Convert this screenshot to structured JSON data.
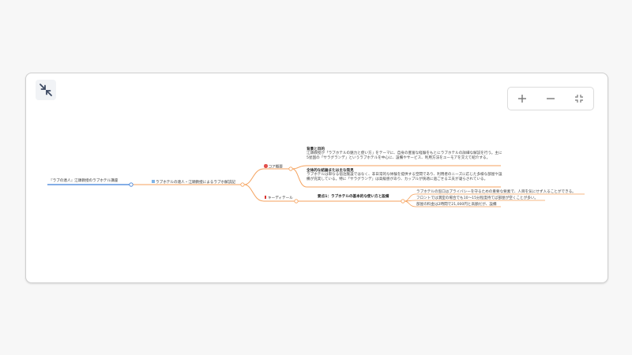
{
  "toolbar": {
    "collapse_icon": "collapse-arrows-icon",
    "zoom_in_icon": "plus-icon",
    "zoom_out_icon": "minus-icon",
    "fit_icon": "fit-screen-icon"
  },
  "colors": {
    "root_line": "#3b7dd8",
    "branch_line": "#f5a25d",
    "node_circle": "#f5a25d",
    "root_circle": "#3b7dd8"
  },
  "mindmap": {
    "root": {
      "label": "『ラブの達人』江頭教授のラブホテル講座"
    },
    "level1": {
      "icon": "book-icon",
      "label": "ラブホテルの達人・江頭教授によるラブホ解説記"
    },
    "branches": [
      {
        "icon": "target-icon",
        "label": "コア概要",
        "notes": [
          {
            "title": "背景と目的",
            "body": "江頭教授が「ラブホテルの魅力と使い方」をテーマに、自身の豊富な経験をもとにラブホテルの詳細な解説を行う。主に5星国の「サラグランデ」というラブホテルを中心に、設備やサービス、利用方法をユーモアを交えて紹介する。"
          },
          {
            "title": "全体的な結論または主な発見",
            "body": "ラブホテルは単なる宿泊施設ではなく、非日常的な体験を提供する空間であり、利用者のニーズに応じた多様な部屋や設備が充実している。特に「サラグランデ」は高級感があり、カップルが快適に過ごせる工夫が凝らされている。"
          }
        ]
      },
      {
        "icon": "pin-icon",
        "label": "キーディテール",
        "children": [
          {
            "label": "要点1：ラブホテルの基本的な使い方と設備",
            "leaves": [
              "ラブホテルの窓口はプライバシーを守るための重要な要素で、人目を気にせず入ることができる。",
              "フロントでは満室の場合でも10〜15分程度待てば部屋が空くことが多い。",
              "部屋の料金は2時間で21,000円と高額だが、設備"
            ]
          }
        ]
      }
    ]
  }
}
